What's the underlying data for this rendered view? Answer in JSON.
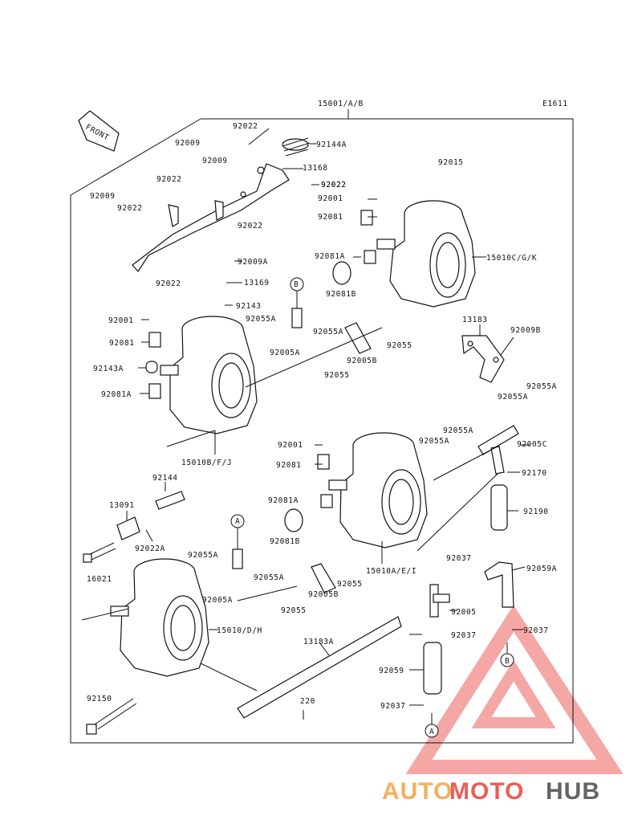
{
  "diagram": {
    "code": "E1611",
    "front_label": "FRONT",
    "assembly_number": "15001/A/B",
    "labels": [
      "92022",
      "92009",
      "92009",
      "92144A",
      "13168",
      "92022",
      "92022",
      "92022",
      "92022",
      "92009",
      "92022",
      "92022",
      "92015",
      "92001",
      "92081",
      "15010C/G/K",
      "92081A",
      "92009A",
      "13169",
      "92143",
      "92081B",
      "B",
      "92001",
      "92055A",
      "92055A",
      "92081",
      "92005A",
      "92005B",
      "92055",
      "92055",
      "92143A",
      "13183",
      "92009B",
      "92081A",
      "92055A",
      "92055A",
      "15010B/F/J",
      "92055A",
      "92055A",
      "92005C",
      "92001",
      "92081",
      "92170",
      "92144",
      "92081A",
      "13091",
      "92190",
      "92081B",
      "92022A",
      "A",
      "92055A",
      "16021",
      "92055A",
      "92005A",
      "92005B",
      "92055",
      "15010A/E/I",
      "92037",
      "92059A",
      "92055",
      "92005",
      "15010/D/H",
      "92037",
      "92037",
      "13183A",
      "B",
      "92059",
      "92150",
      "220",
      "92037",
      "A"
    ]
  },
  "watermark": {
    "part1": "AUTO",
    "part2": "MOTO",
    "part3": "HUB",
    "colors": {
      "auto": "#f4a340",
      "moto": "#e8433c",
      "hub": "#4a4a4a"
    }
  }
}
